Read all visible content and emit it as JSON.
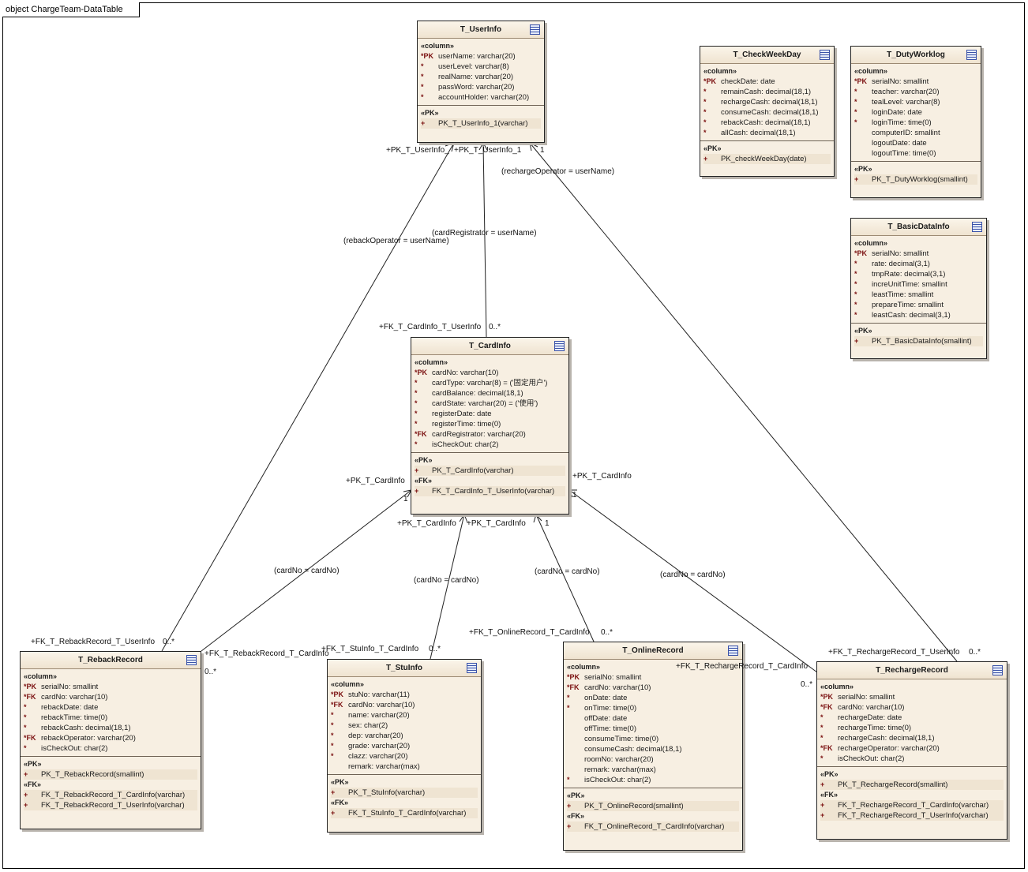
{
  "frame_title": "object ChargeTeam-DataTable",
  "tables": {
    "userinfo": {
      "name": "T_UserInfo",
      "col_stereo": "«column»",
      "columns": [
        {
          "pre": "*PK",
          "text": "userName:  varchar(20)"
        },
        {
          "pre": "*",
          "text": "userLevel:  varchar(8)"
        },
        {
          "pre": "*",
          "text": "realName:  varchar(20)"
        },
        {
          "pre": "*",
          "text": "passWord:  varchar(20)"
        },
        {
          "pre": "*",
          "text": "accountHolder:  varchar(20)"
        }
      ],
      "pk_stereo": "«PK»",
      "pk": [
        {
          "pre": "+",
          "text": "PK_T_UserInfo_1(varchar)"
        }
      ]
    },
    "checkweek": {
      "name": "T_CheckWeekDay",
      "col_stereo": "«column»",
      "columns": [
        {
          "pre": "*PK",
          "text": "checkDate:  date"
        },
        {
          "pre": "*",
          "text": "remainCash:  decimal(18,1)"
        },
        {
          "pre": "*",
          "text": "rechargeCash:  decimal(18,1)"
        },
        {
          "pre": "*",
          "text": "consumeCash:  decimal(18,1)"
        },
        {
          "pre": "*",
          "text": "rebackCash:  decimal(18,1)"
        },
        {
          "pre": "*",
          "text": "allCash:  decimal(18,1)"
        }
      ],
      "pk_stereo": "«PK»",
      "pk": [
        {
          "pre": "+",
          "text": "PK_checkWeekDay(date)"
        }
      ]
    },
    "dutywork": {
      "name": "T_DutyWorklog",
      "col_stereo": "«column»",
      "columns": [
        {
          "pre": "*PK",
          "text": "serialNo:  smallint"
        },
        {
          "pre": "*",
          "text": "teacher:  varchar(20)"
        },
        {
          "pre": "*",
          "text": "tealLevel:  varchar(8)"
        },
        {
          "pre": "*",
          "text": "loginDate:  date"
        },
        {
          "pre": "*",
          "text": "loginTime:  time(0)"
        },
        {
          "pre": "",
          "text": "computerID:  smallint"
        },
        {
          "pre": "",
          "text": "logoutDate:  date"
        },
        {
          "pre": "",
          "text": "logoutTime:  time(0)"
        }
      ],
      "pk_stereo": "«PK»",
      "pk": [
        {
          "pre": "+",
          "text": "PK_T_DutyWorklog(smallint)"
        }
      ]
    },
    "basicdata": {
      "name": "T_BasicDataInfo",
      "col_stereo": "«column»",
      "columns": [
        {
          "pre": "*PK",
          "text": "serialNo:  smallint"
        },
        {
          "pre": "*",
          "text": "rate:  decimal(3,1)"
        },
        {
          "pre": "*",
          "text": "tmpRate:  decimal(3,1)"
        },
        {
          "pre": "*",
          "text": "increUnitTime:  smallint"
        },
        {
          "pre": "*",
          "text": "leastTime:  smallint"
        },
        {
          "pre": "*",
          "text": "prepareTime:  smallint"
        },
        {
          "pre": "*",
          "text": "leastCash:  decimal(3,1)"
        }
      ],
      "pk_stereo": "«PK»",
      "pk": [
        {
          "pre": "+",
          "text": "PK_T_BasicDataInfo(smallint)"
        }
      ]
    },
    "cardinfo": {
      "name": "T_CardInfo",
      "col_stereo": "«column»",
      "columns": [
        {
          "pre": "*PK",
          "text": "cardNo:  varchar(10)"
        },
        {
          "pre": "*",
          "text": "cardType:  varchar(8) = ('固定用户')"
        },
        {
          "pre": "*",
          "text": "cardBalance:  decimal(18,1)"
        },
        {
          "pre": "*",
          "text": "cardState:  varchar(20) = ('使用')"
        },
        {
          "pre": "*",
          "text": "registerDate:  date"
        },
        {
          "pre": "*",
          "text": "registerTime:  time(0)"
        },
        {
          "pre": "*FK",
          "text": "cardRegistrator:  varchar(20)"
        },
        {
          "pre": "*",
          "text": "isCheckOut:  char(2)"
        }
      ],
      "pk_stereo": "«PK»",
      "pk": [
        {
          "pre": "+",
          "text": "PK_T_CardInfo(varchar)"
        }
      ],
      "fk_stereo": "«FK»",
      "fk": [
        {
          "pre": "+",
          "text": "FK_T_CardInfo_T_UserInfo(varchar)"
        }
      ]
    },
    "reback": {
      "name": "T_RebackRecord",
      "col_stereo": "«column»",
      "columns": [
        {
          "pre": "*PK",
          "text": "serialNo:  smallint"
        },
        {
          "pre": "*FK",
          "text": "cardNo:  varchar(10)"
        },
        {
          "pre": "*",
          "text": "rebackDate:  date"
        },
        {
          "pre": "*",
          "text": "rebackTime:  time(0)"
        },
        {
          "pre": "*",
          "text": "rebackCash:  decimal(18,1)"
        },
        {
          "pre": "*FK",
          "text": "rebackOperator:  varchar(20)"
        },
        {
          "pre": "*",
          "text": "isCheckOut:  char(2)"
        }
      ],
      "pk_stereo": "«PK»",
      "pk": [
        {
          "pre": "+",
          "text": "PK_T_RebackRecord(smallint)"
        }
      ],
      "fk_stereo": "«FK»",
      "fk": [
        {
          "pre": "+",
          "text": "FK_T_RebackRecord_T_CardInfo(varchar)"
        },
        {
          "pre": "+",
          "text": "FK_T_RebackRecord_T_UserInfo(varchar)"
        }
      ]
    },
    "stuinfo": {
      "name": "T_StuInfo",
      "col_stereo": "«column»",
      "columns": [
        {
          "pre": "*PK",
          "text": "stuNo:  varchar(11)"
        },
        {
          "pre": "*FK",
          "text": "cardNo:  varchar(10)"
        },
        {
          "pre": "*",
          "text": "name:  varchar(20)"
        },
        {
          "pre": "*",
          "text": "sex:  char(2)"
        },
        {
          "pre": "*",
          "text": "dep:  varchar(20)"
        },
        {
          "pre": "*",
          "text": "grade:  varchar(20)"
        },
        {
          "pre": "*",
          "text": "clazz:  varchar(20)"
        },
        {
          "pre": "",
          "text": "remark:  varchar(max)"
        }
      ],
      "pk_stereo": "«PK»",
      "pk": [
        {
          "pre": "+",
          "text": "PK_T_StuInfo(varchar)"
        }
      ],
      "fk_stereo": "«FK»",
      "fk": [
        {
          "pre": "+",
          "text": "FK_T_StuInfo_T_CardInfo(varchar)"
        }
      ]
    },
    "online": {
      "name": "T_OnlineRecord",
      "col_stereo": "«column»",
      "columns": [
        {
          "pre": "*PK",
          "text": "serialNo:  smallint"
        },
        {
          "pre": "*FK",
          "text": "cardNo:  varchar(10)"
        },
        {
          "pre": "*",
          "text": "onDate:  date"
        },
        {
          "pre": "*",
          "text": "onTime:  time(0)"
        },
        {
          "pre": "",
          "text": "offDate:  date"
        },
        {
          "pre": "",
          "text": "offTime:  time(0)"
        },
        {
          "pre": "",
          "text": "consumeTime:  time(0)"
        },
        {
          "pre": "",
          "text": "consumeCash:  decimal(18,1)"
        },
        {
          "pre": "",
          "text": "roomNo:  varchar(20)"
        },
        {
          "pre": "",
          "text": "remark:  varchar(max)"
        },
        {
          "pre": "*",
          "text": "isCheckOut:  char(2)"
        }
      ],
      "pk_stereo": "«PK»",
      "pk": [
        {
          "pre": "+",
          "text": "PK_T_OnlineRecord(smallint)"
        }
      ],
      "fk_stereo": "«FK»",
      "fk": [
        {
          "pre": "+",
          "text": "FK_T_OnlineRecord_T_CardInfo(varchar)"
        }
      ]
    },
    "recharge": {
      "name": "T_RechargeRecord",
      "col_stereo": "«column»",
      "columns": [
        {
          "pre": "*PK",
          "text": "serialNo:  smallint"
        },
        {
          "pre": "*FK",
          "text": "cardNo:  varchar(10)"
        },
        {
          "pre": "*",
          "text": "rechargeDate:  date"
        },
        {
          "pre": "*",
          "text": "rechargeTime:  time(0)"
        },
        {
          "pre": "*",
          "text": "rechargeCash:  decimal(18,1)"
        },
        {
          "pre": "*FK",
          "text": "rechargeOperator:  varchar(20)"
        },
        {
          "pre": "*",
          "text": "isCheckOut:  char(2)"
        }
      ],
      "pk_stereo": "«PK»",
      "pk": [
        {
          "pre": "+",
          "text": "PK_T_RechargeRecord(smallint)"
        }
      ],
      "fk_stereo": "«FK»",
      "fk": [
        {
          "pre": "+",
          "text": "FK_T_RechargeRecord_T_CardInfo(varchar)"
        },
        {
          "pre": "+",
          "text": "FK_T_RechargeRecord_T_UserInfo(varchar)"
        }
      ]
    }
  },
  "labels": {
    "u_pk1": "+PK_T_UserInfo_",
    "u_pk2": "+PK_T_UserInfo_1",
    "u_one": "1",
    "recharge_op": "(rechargeOperator = userName)",
    "reback_op": "(rebackOperator = userName)",
    "card_reg": "(cardRegistrator = userName)",
    "fk_card_user": "+FK_T_CardInfo_T_UserInfo",
    "many1": "0..*",
    "pk_card_left": "+PK_T_CardInfo",
    "pk_card_right": "+PK_T_CardInfo",
    "one_left": "1",
    "one_right": "1",
    "pk_card_bottom": "+PK_T_CardInfo",
    "pk_card_bottom2": "+PK_T_CardInfo",
    "one_bottom": "1",
    "cardno1": "(cardNo = cardNo)",
    "cardno2": "(cardNo = cardNo)",
    "cardno3": "(cardNo = cardNo)",
    "cardno4": "(cardNo = cardNo)",
    "fk_reback_user": "+FK_T_RebackRecord_T_UserInfo",
    "fk_reback_user_m": "0..*",
    "fk_reback_card": "+FK_T_RebackRecord_T_CardInfo",
    "fk_reback_card_m": "0..*",
    "fk_stu_card": "+FK_T_StuInfo_T_CardInfo",
    "fk_stu_card_m": "0..*",
    "fk_online_card": "+FK_T_OnlineRecord_T_CardInfo",
    "fk_online_card_m": "0..*",
    "fk_recharge_card": "+FK_T_RechargeRecord_T_CardInfo",
    "fk_recharge_card_m": "0..*",
    "fk_recharge_user": "+FK_T_RechargeRecord_T_UserInfo",
    "fk_recharge_user_m": "0..*"
  }
}
